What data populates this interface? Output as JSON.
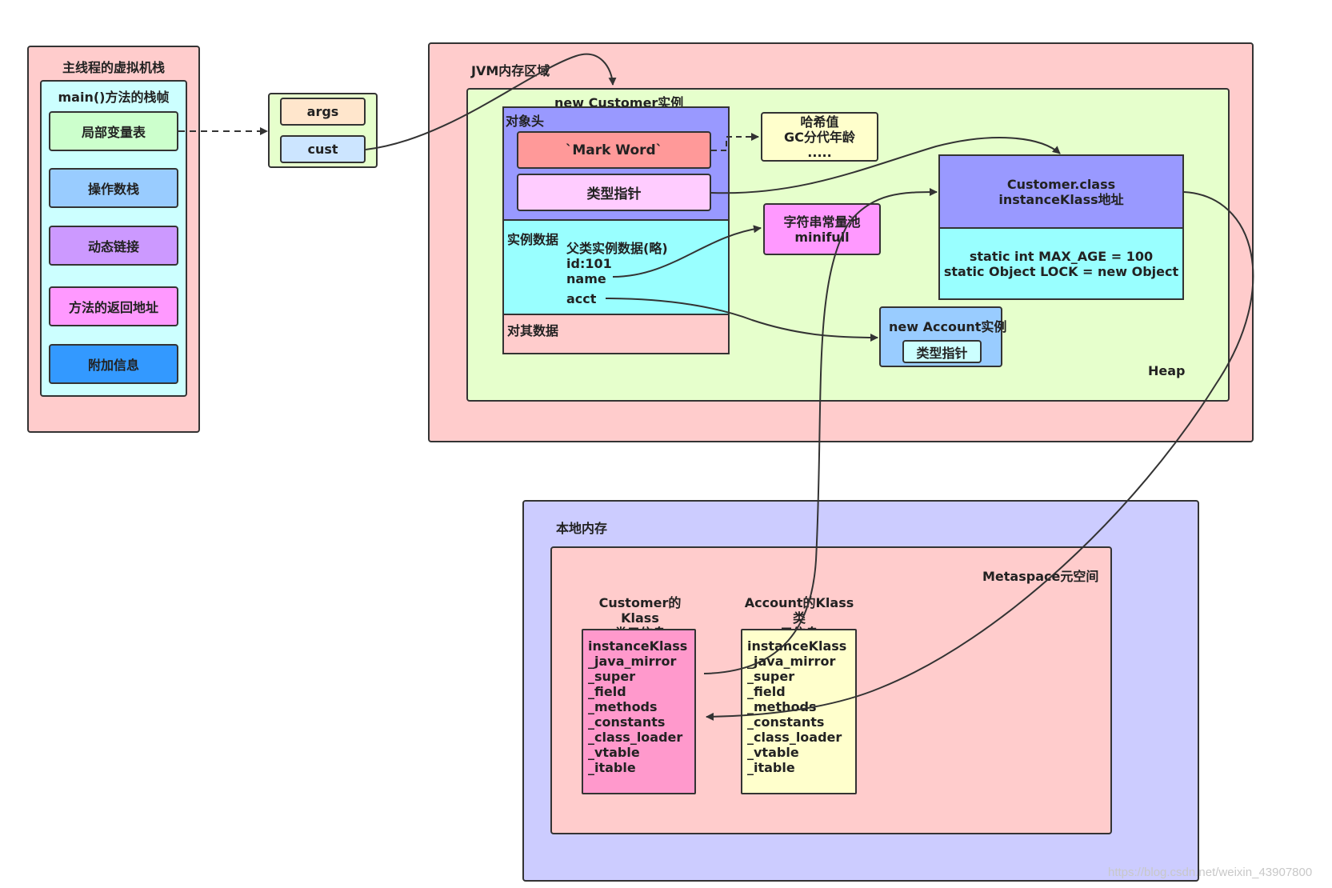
{
  "stack": {
    "title": "主线程的虚拟机栈",
    "frame_title": "main()方法的栈帧",
    "items": [
      "局部变量表",
      "操作数栈",
      "动态链接",
      "方法的返回地址",
      "附加信息"
    ]
  },
  "locals": {
    "args": "args",
    "cust": "cust"
  },
  "jvm": {
    "title": "JVM内存区域",
    "heap_label": "Heap",
    "customer": {
      "title": "new Customer实例",
      "header_label": "对象头",
      "mark_word": "`Mark Word`",
      "type_pointer": "类型指针",
      "instance_label": "实例数据",
      "instance_fields": "父类实例数据(略)\nid:101\nname",
      "acct": "acct",
      "padding_label": "对其数据"
    },
    "hash_box": "哈希值\nGC分代年龄\n.....",
    "string_pool": "字符串常量池\nminifull",
    "customer_class": {
      "title": "Customer.class\ninstanceKlass地址",
      "statics": "static int MAX_AGE = 100\nstatic Object LOCK = new Object"
    },
    "account": {
      "title": "new Account实例",
      "type_pointer": "类型指针"
    }
  },
  "native": {
    "title": "本地内存",
    "metaspace_label": "Metaspace元空间",
    "customer_klass": {
      "title": "Customer的Klass\n类元信息",
      "fields": "instanceKlass\n_java_mirror\n_super\n_field\n_methods\n_constants\n_class_loader\n_vtable\n_itable"
    },
    "account_klass": {
      "title": "Account的Klass类\n元信息",
      "fields": "instanceKlass\n_java_mirror\n_super\n_field\n_methods\n_constants\n_class_loader\n_vtable\n_itable"
    }
  },
  "watermark": "https://blog.csdn.net/weixin_43907800",
  "colors": {
    "pink_region": "#ffcccc",
    "green_region": "#e6ffcc",
    "purple_region": "#ccccff",
    "cyan": "#99ffff",
    "violet": "#9999ff",
    "salmon": "#ff9999",
    "magenta_light": "#ffccff",
    "yellow": "#ffffcc",
    "magenta": "#ff99ff",
    "blue_light": "#99ccff",
    "blue": "#3399ff",
    "hot_pink": "#ff99cc",
    "orange_light": "#ffe6cc",
    "sky": "#cce5ff"
  }
}
